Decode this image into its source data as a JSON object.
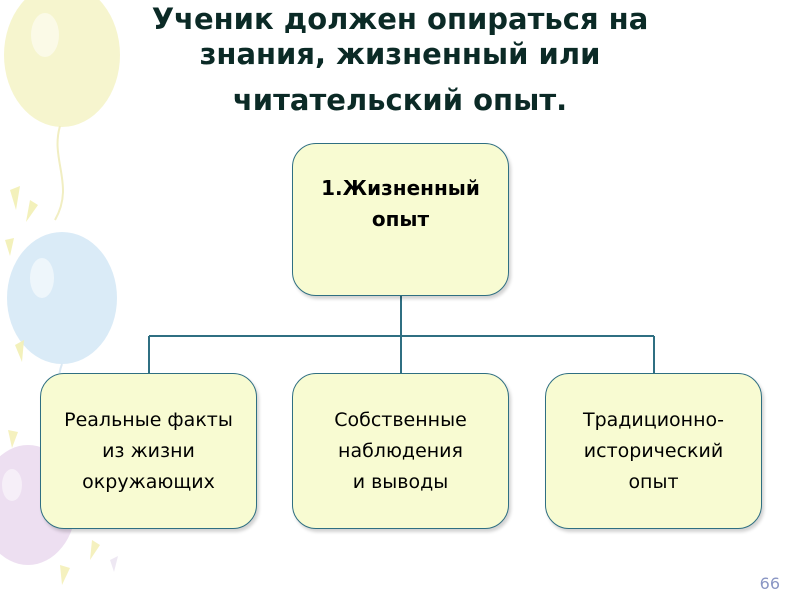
{
  "title": {
    "line1": "Ученик должен опираться на",
    "line2": "знания, жизненный или",
    "line3": "читательский опыт."
  },
  "diagram": {
    "root": "1.Жизненный\nопыт",
    "children": [
      "Реальные факты\nиз жизни\nокружающих",
      "Собственные\nнаблюдения\nи выводы",
      "Традиционно-\nисторический\nопыт"
    ],
    "colors": {
      "box_fill": "#f8fbd2",
      "box_border": "#2f6f82",
      "connector": "#2f6f82"
    }
  },
  "page_number": "66"
}
